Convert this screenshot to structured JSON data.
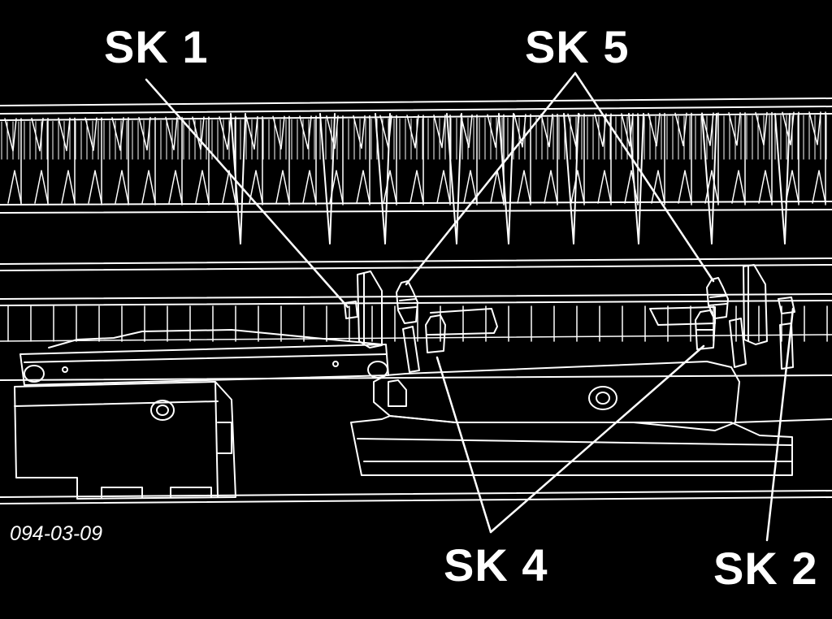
{
  "figure": {
    "code": "094-03-09",
    "callouts": {
      "sk1": "SK 1",
      "sk5": "SK 5",
      "sk4": "SK 4",
      "sk2": "SK 2"
    }
  },
  "colors": {
    "background": "#000000",
    "line": "#ffffff"
  }
}
